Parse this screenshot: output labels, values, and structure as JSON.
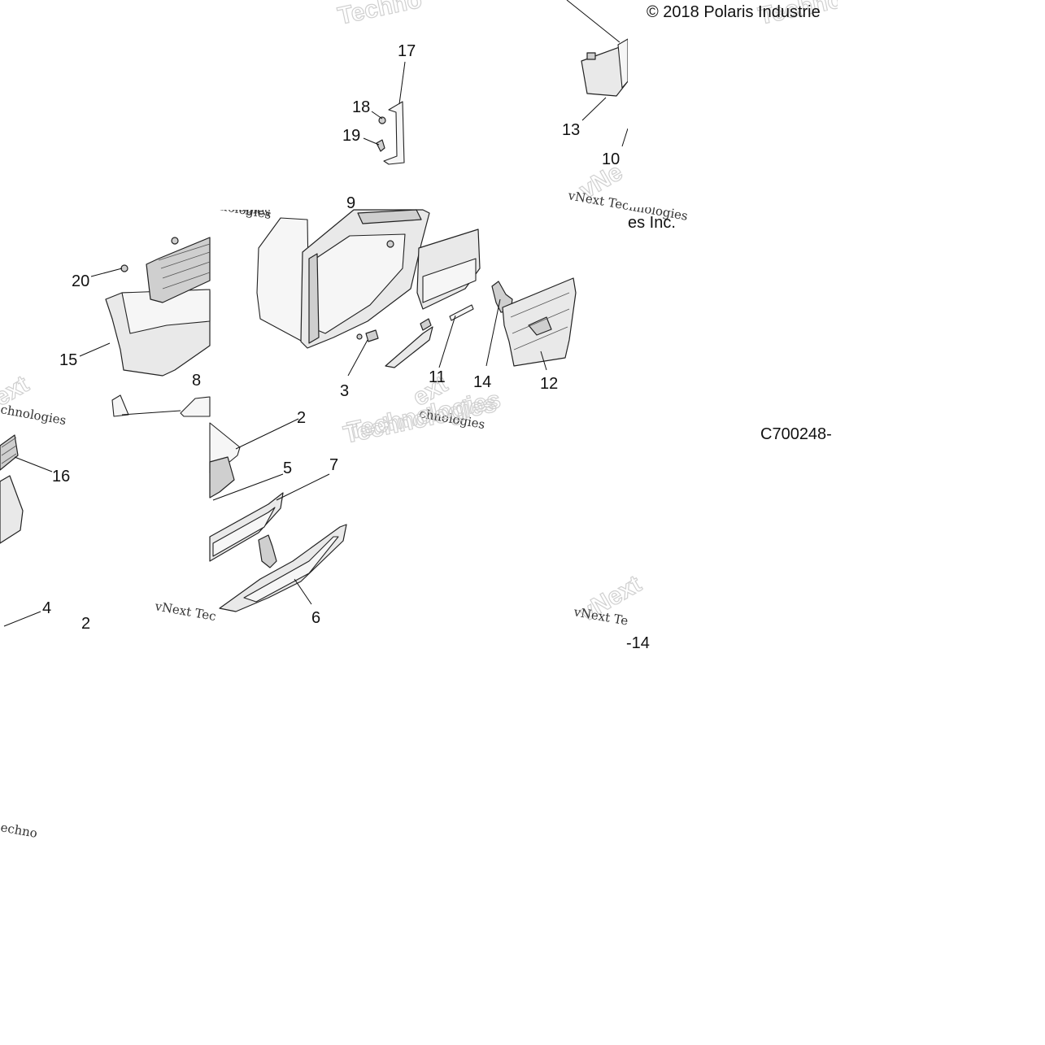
{
  "copyright": "© 2018 Polaris Industrie",
  "copyright_fragment": "es Inc.",
  "drawing_code": "C700248-",
  "page_fragment": "-14",
  "callouts": [
    "2",
    "3",
    "4",
    "5",
    "6",
    "7",
    "8",
    "9",
    "10",
    "11",
    "12",
    "13",
    "14",
    "15",
    "16",
    "17",
    "18",
    "19",
    "20"
  ],
  "watermark": {
    "small": [
      "vNext Technologies",
      "vNext Tec",
      "vNext Te",
      "chnologies",
      "nologies",
      "Technologies",
      "echno",
      "echnc"
    ],
    "large": [
      "Techno",
      "Technologies",
      "Techno",
      "vNext",
      "vNext",
      "ext",
      "ext",
      "vNe"
    ]
  }
}
